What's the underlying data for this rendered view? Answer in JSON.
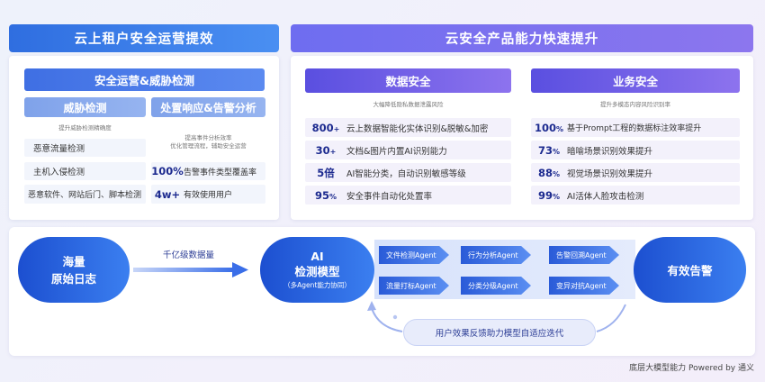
{
  "headers": {
    "left": "云上租户安全运营提效",
    "right": "云安全产品能力快速提升"
  },
  "left_panel": {
    "title": "安全运营&威胁检测",
    "threat": {
      "title": "威胁检测",
      "note": "提升威胁检测精确度",
      "items": [
        "恶意流量检测",
        "主机入侵检测",
        "恶意软件、网站后门、脚本检测"
      ]
    },
    "response": {
      "title": "处置响应&告警分析",
      "note_line1": "提高事件分析效率",
      "note_line2": "优化管理流程，辅助安全运营",
      "stats": [
        {
          "value": "100%",
          "text": "告警事件类型覆盖率"
        },
        {
          "value": "4w+",
          "text": "有效使用用户"
        }
      ]
    }
  },
  "data_security": {
    "title": "数据安全",
    "note": "大幅降低隐私数据泄露风险",
    "rows": [
      {
        "value": "800",
        "suffix": "+",
        "text": "云上数据智能化实体识别&脱敏&加密"
      },
      {
        "value": "30",
        "suffix": "+",
        "text": "文档&图片内置AI识别能力"
      },
      {
        "value": "5倍",
        "suffix": "",
        "text": "AI智能分类，自动识别敏感等级"
      },
      {
        "value": "95",
        "suffix": "%",
        "text": "安全事件自动化处置率"
      }
    ]
  },
  "business_security": {
    "title": "业务安全",
    "note": "提升多模态内容风险识别率",
    "rows": [
      {
        "value": "100",
        "suffix": "%",
        "text": "基于Prompt工程的数据标注效率提升"
      },
      {
        "value": "73",
        "suffix": "%",
        "text": "暗喻场景识别效果提升"
      },
      {
        "value": "88",
        "suffix": "%",
        "text": "视觉场景识别效果提升"
      },
      {
        "value": "99",
        "suffix": "%",
        "text": "AI活体人脸攻击检测"
      }
    ]
  },
  "flow": {
    "raw_line1": "海量",
    "raw_line2": "原始日志",
    "arrow_label": "千亿级数据量",
    "ai_line1": "AI",
    "ai_line2": "检测模型",
    "ai_line3": "（多Agent能力协同）",
    "agents": [
      "文件检测Agent",
      "行为分析Agent",
      "告警回溯Agent",
      "流量打标Agent",
      "分类分级Agent",
      "变异对抗Agent"
    ],
    "alert": "有效告警",
    "feedback": "用户效果反馈助力模型自适应迭代"
  },
  "footer": "底层大模型能力 Powered by 通义",
  "colors": {
    "blue_accent": "#2f6ee0",
    "purple_accent": "#6e6df0",
    "number_color": "#1c2a8f"
  }
}
